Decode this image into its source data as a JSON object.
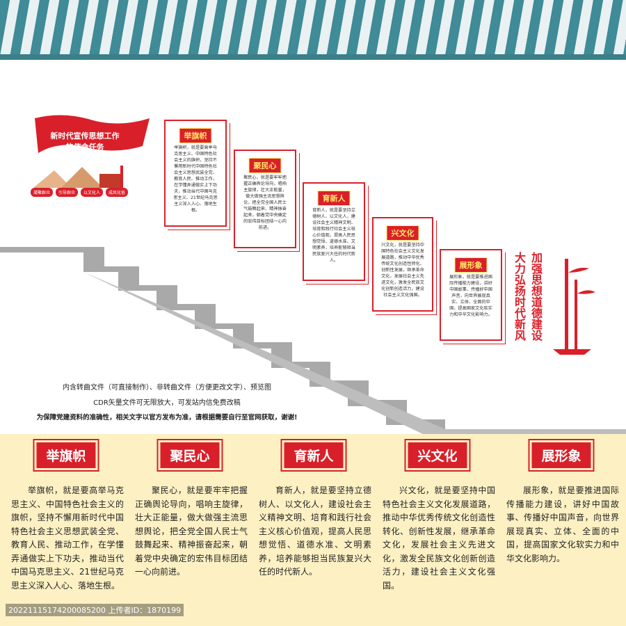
{
  "banner": {
    "title_line1": "新时代宣传思想工作",
    "title_line2": "的使命任务",
    "pills": [
      "凝聚群众",
      "引导群众",
      "以文化人",
      "成风化俗"
    ]
  },
  "panels": [
    {
      "title": "举旗帜",
      "text": "举旗帜，就是要高举马克思主义、中国特色社会主义的旗帜，坚持不懈用新时代中国特色社会主义思想武装全党、教育人民、推动工作，在学懂弄通做实上下功夫，推动当代中国马克思主义、21世纪马克思主义深入人心、落地生根。"
    },
    {
      "title": "聚民心",
      "text": "聚民心，就是要牢牢把握正确舆论导向，唱响主旋律，壮大正能量，做大做强主流思想舆论，把全党全国人民士气鼓舞起来、精神振奋起来，朝着党中央确定的宏伟目标团结一心向前进。"
    },
    {
      "title": "育新人",
      "text": "育新人，就是要坚持立德树人、以文化人，建设社会主义精神文明、培育和践行社会主义核心价值观，提高人民思想觉悟、道德水准、文明素养，培养能够担当民族复兴大任的时代新人。"
    },
    {
      "title": "兴文化",
      "text": "兴文化，就是要坚持中国特色社会主义文化发展道路，推动中华优秀传统文化创造性转化、创新性发展，继承革命文化，发展社会主义先进文化，激发全民族文化创新创造活力，建设社会主义文化强国。"
    },
    {
      "title": "展形象",
      "text": "展形象，就是要推进国际传播能力建设，讲好中国故事、传播好中国声音，向世界展现真实、立体、全面的中国，提高国家文化软实力和中华文化影响力。"
    }
  ],
  "vertical": {
    "line1": "加强思想道德建设",
    "line2": "大力弘扬时代新风"
  },
  "notes": {
    "line1": "内含转曲文件（可直接制作）、非转曲文件（方便更改文字）、预览图",
    "line2": "CDR矢量文件可无限放大，可发站内信免费改稿",
    "line3": "为保障党建资料的准确性，相关文字以官方发布为准，请根据需要自行至官网获取，谢谢!"
  },
  "bottom": [
    {
      "title": "举旗帜",
      "text": "举旗帜，就是要高举马克思主义、中国特色社会主义的旗帜，坚持不懈用新时代中国特色社会主义思想武装全党、教育人民、推动工作，在学懂弄通做实上下功夫，推动当代中国马克思主义、21世纪马克思主义深入人心、落地生根。"
    },
    {
      "title": "聚民心",
      "text": "聚民心，就是要牢牢把握正确舆论导向，唱响主旋律，壮大正能量，做大做强主流思想舆论，把全党全国人民士气鼓舞起来、精神振奋起来，朝着党中央确定的宏伟目标团结一心向前进。"
    },
    {
      "title": "育新人",
      "text": "育新人，就是要坚持立德树人、以文化人，建设社会主义精神文明、培育和践行社会主义核心价值观，提高人民思想觉悟、道德水准、文明素养，培养能够担当民族复兴大任的时代新人。"
    },
    {
      "title": "兴文化",
      "text": "兴文化，就是要坚持中国特色社会主义文化发展道路，推动中华优秀传统文化创造性转化、创新性发展，继承革命文化，发展社会主义先进文化，激发全民族文化创新创造活力，建设社会主义文化强国。"
    },
    {
      "title": "展形象",
      "text": "展形象，就是要推进国际传播能力建设，讲好中国故事、传播好中国声音，向世界展现真实、立体、全面的中国，提高国家文化软实力和中华文化影响力。"
    }
  ],
  "watermark": "2022111517420008520​0 上传者ID：1870199",
  "colors": {
    "accent": "#d9202a",
    "stripe": "#3f8b97",
    "cream": "#fdf1c4",
    "stair": "#a9a9a9"
  }
}
